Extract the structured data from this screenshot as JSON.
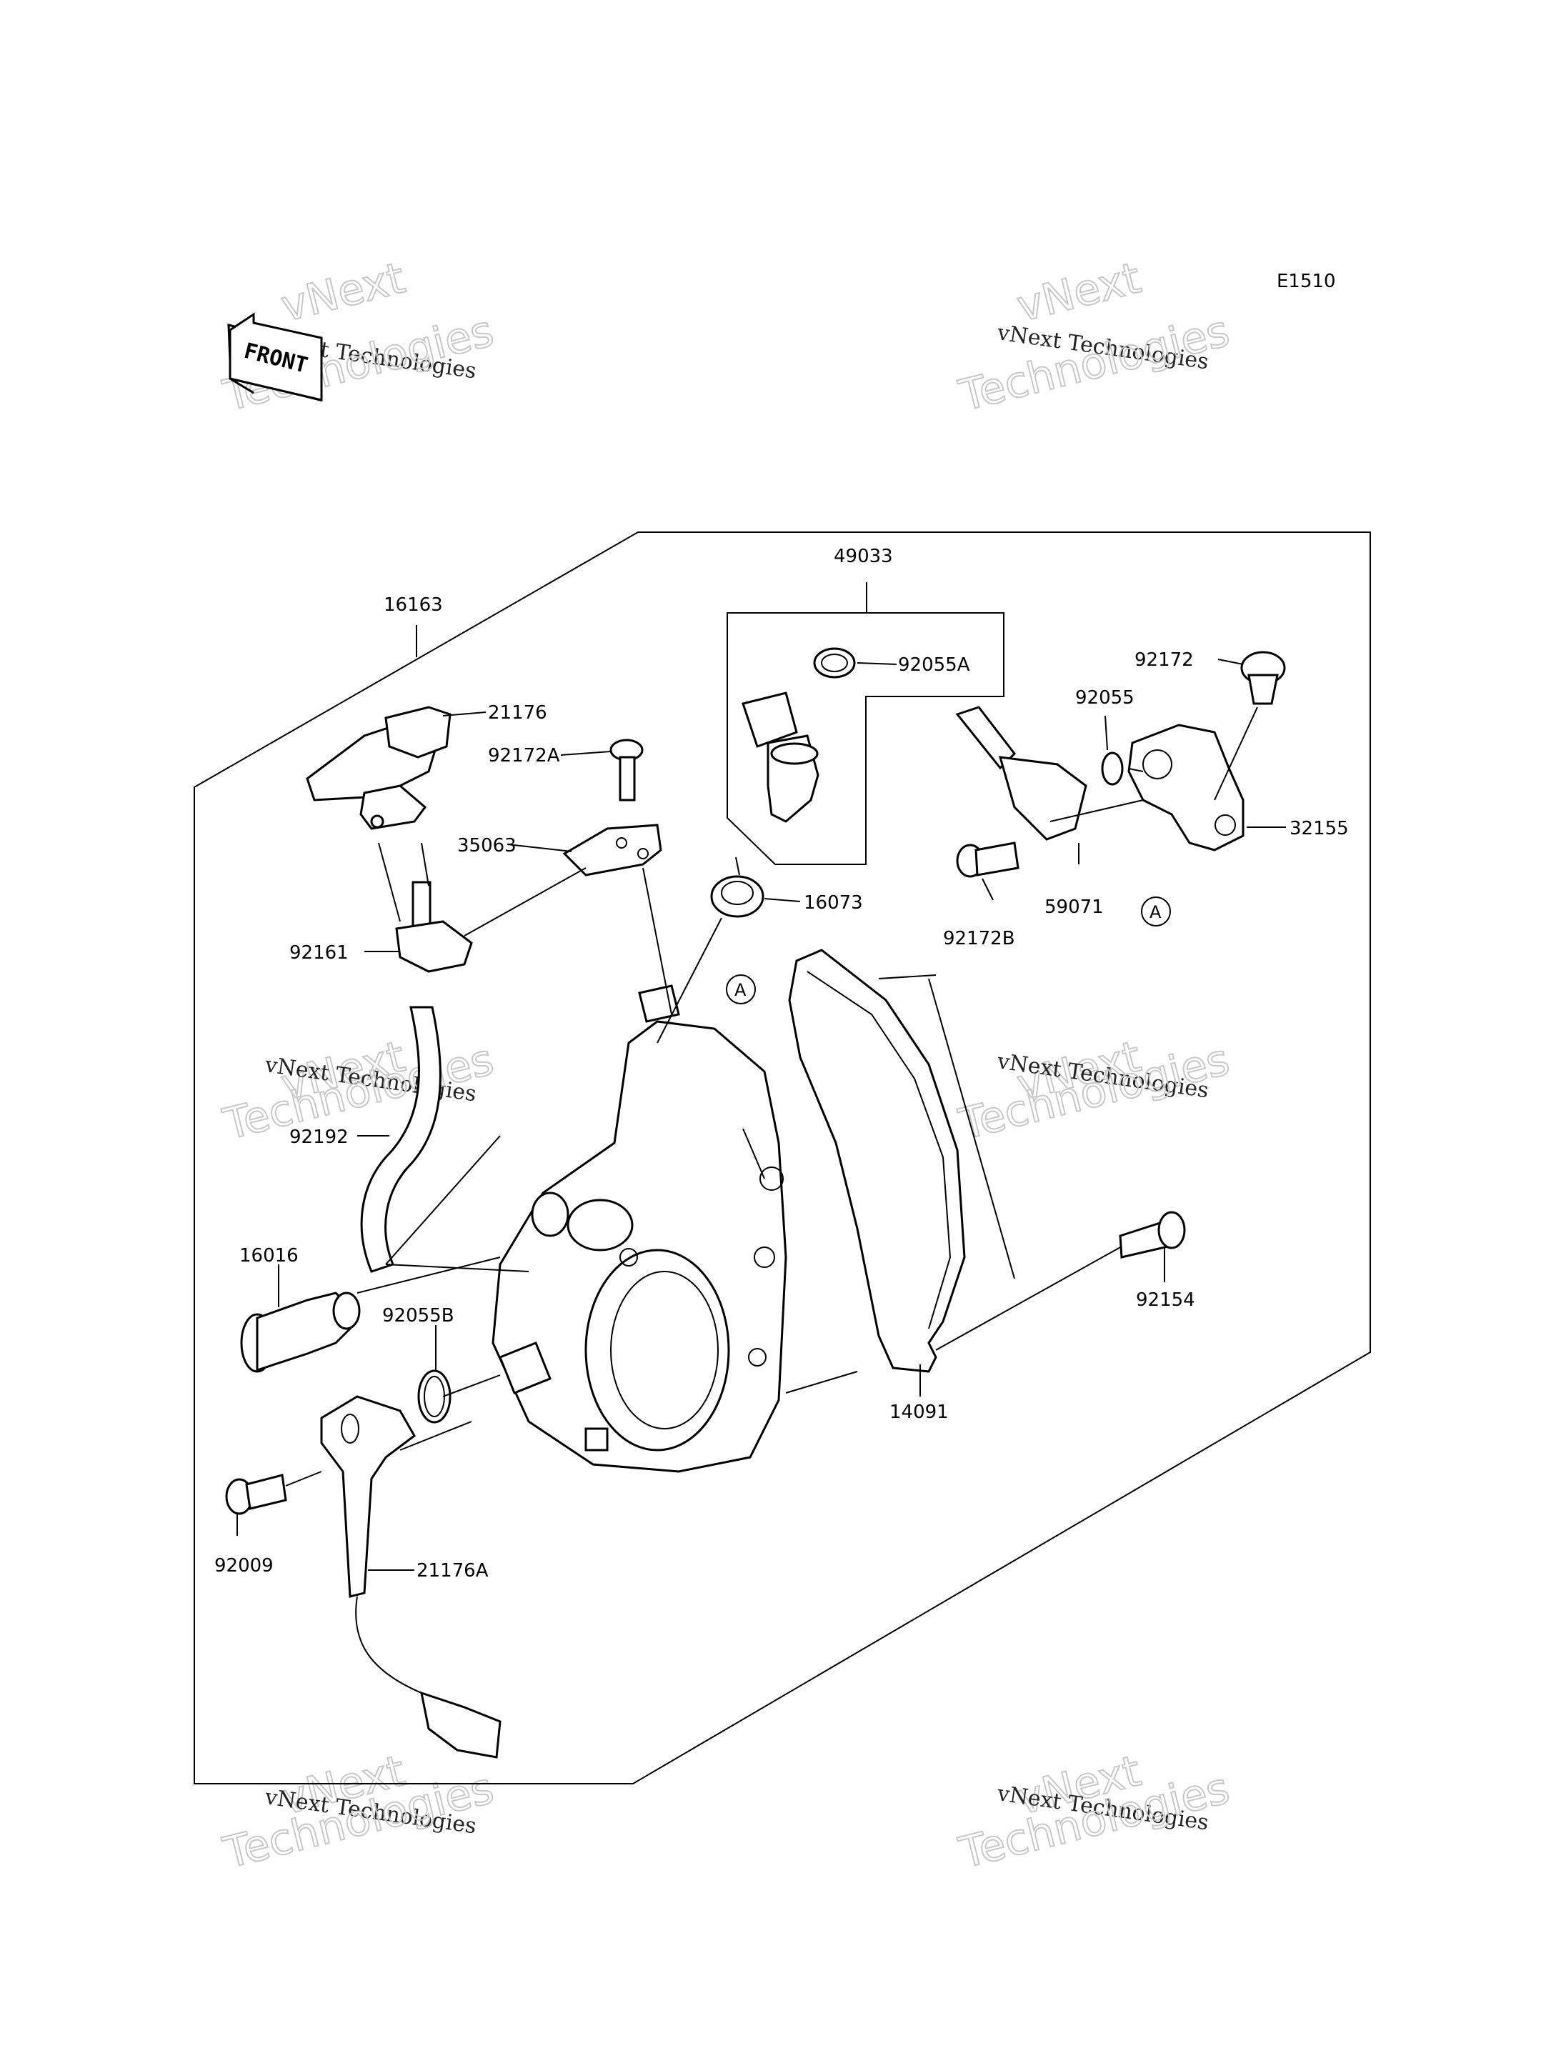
{
  "diagram": {
    "code": "E1510",
    "front_label": "FRONT",
    "watermark_small": "vNext Technologies",
    "watermark_big": "Technologies",
    "watermark_top": "vNext",
    "ref_marker": "A",
    "parts": {
      "p16163": "16163",
      "p21176": "21176",
      "p92172A": "92172A",
      "p35063": "35063",
      "p92161": "92161",
      "p92192": "92192",
      "p16016": "16016",
      "p92055B": "92055B",
      "p92009": "92009",
      "p21176A": "21176A",
      "p49033": "49033",
      "p92055A": "92055A",
      "p16073": "16073",
      "p92172": "92172",
      "p92055": "92055",
      "p32155": "32155",
      "p59071": "59071",
      "p92172B": "92172B",
      "p92154": "92154",
      "p14091": "14091"
    }
  }
}
